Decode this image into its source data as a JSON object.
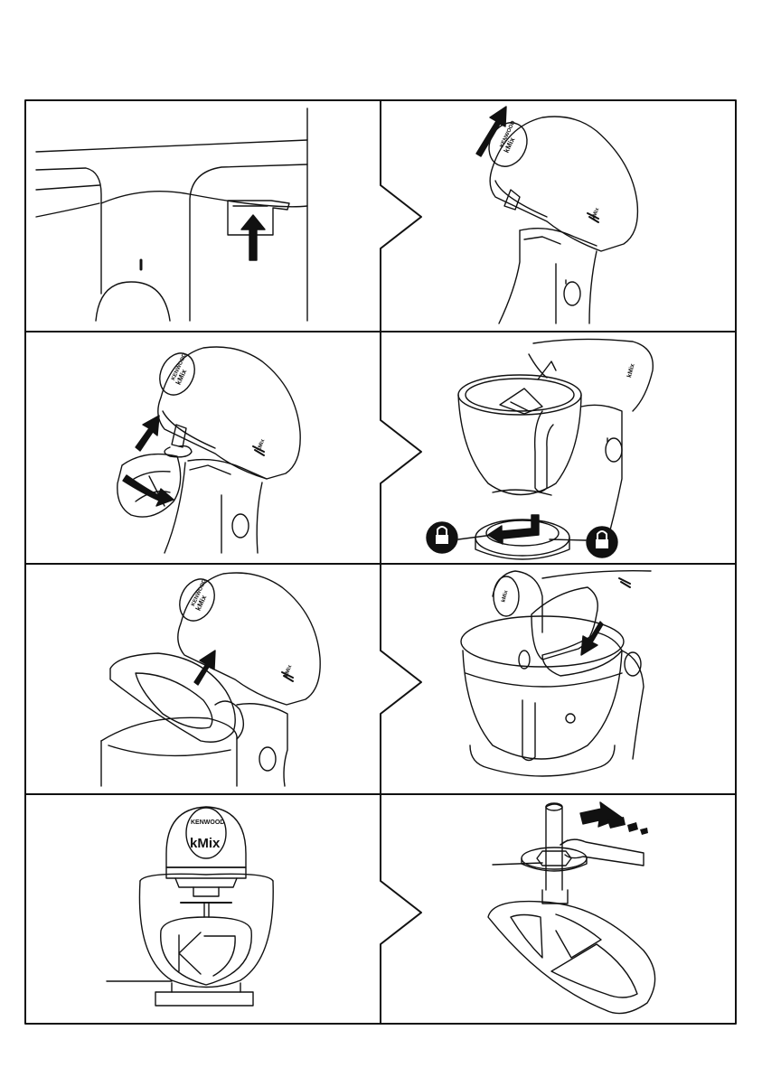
{
  "brand": {
    "maker": "KENWOOD",
    "model": "kMix"
  },
  "panels": [
    {
      "id": "release-lever",
      "icon": "arrow-up-icon"
    },
    {
      "id": "head-raised",
      "icon": "arrow-up-right-icon"
    },
    {
      "id": "beater-fit",
      "icon": "rotate-arrow-icon"
    },
    {
      "id": "bowl-lock",
      "icon": "lock-icon"
    },
    {
      "id": "splash-guard-fit",
      "icon": "arrow-up-right-icon"
    },
    {
      "id": "splash-guard-on",
      "icon": "arrow-down-icon"
    },
    {
      "id": "beater-clearance",
      "icon": "pointer-line"
    },
    {
      "id": "beater-adjust",
      "icon": "spanner-icon"
    }
  ],
  "colors": {
    "line": "#111111",
    "background": "#ffffff"
  }
}
